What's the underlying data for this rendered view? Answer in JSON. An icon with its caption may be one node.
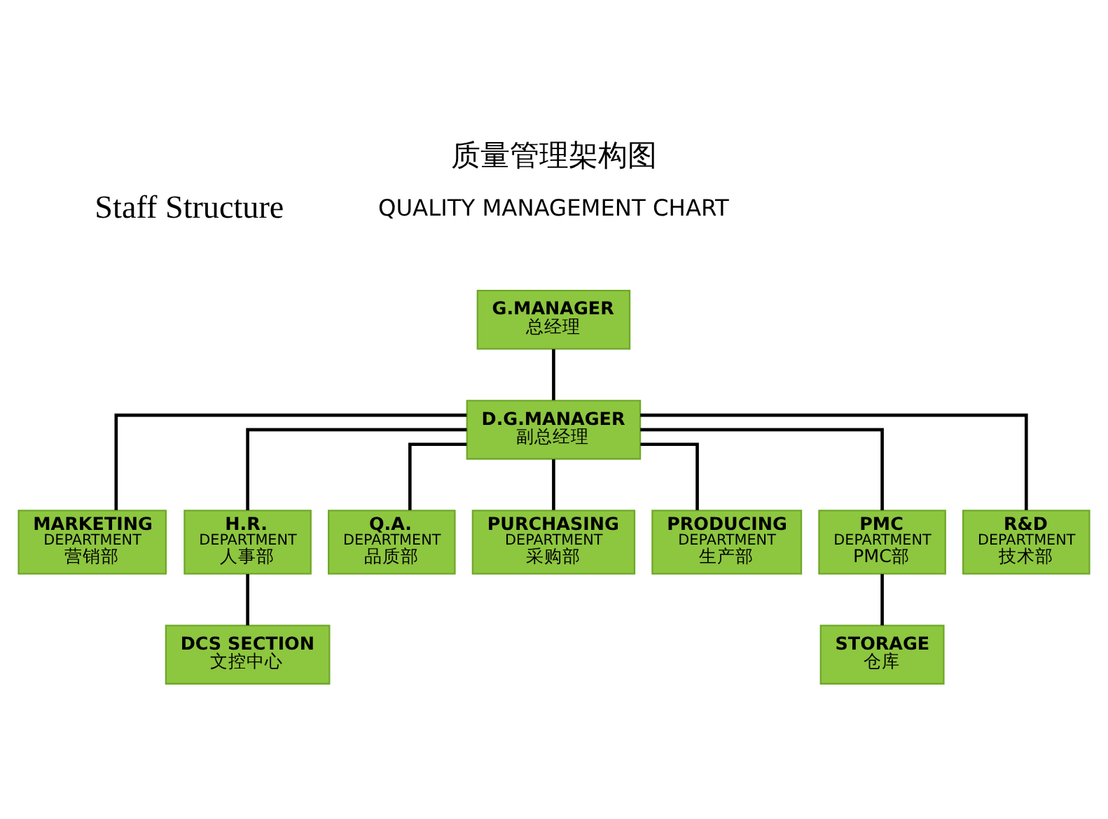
{
  "diagram": {
    "title": "质量管理架构图",
    "nodes": [
      {
        "text": [
          "G.MANAGER",
          "总经理"
        ]
      },
      {
        "text": [
          "D.G.MANAGER",
          "副总经理"
        ]
      },
      {
        "text": [
          "MARKETING",
          "DEPARTMENT",
          "营销部"
        ]
      },
      {
        "text": [
          "H.R.",
          "DEPARTMENT",
          "人事部"
        ]
      },
      {
        "text": [
          "Q.A.",
          "DEPARTMENT",
          "品质部"
        ]
      },
      {
        "text": [
          "PURCHASING",
          "DEPARTMENT",
          "采购部"
        ]
      },
      {
        "text": [
          "PRODUCING",
          "DEPARTMENT",
          "生产部"
        ]
      },
      {
        "text": [
          "PMC",
          "DEPARTMENT",
          "PMC部"
        ]
      },
      {
        "text": [
          "R&D",
          "DEPARTMENT",
          "技术部"
        ]
      },
      {
        "text": [
          "DCS SECTION",
          "文控中心"
        ]
      },
      {
        "text": [
          "STORAGE",
          "仓库"
        ]
      }
    ],
    "edges": [
      {
        "from": 0,
        "to": 1,
        "arrow": "none"
      },
      {
        "from": 1,
        "to": 2,
        "arrow": "none"
      },
      {
        "from": 1,
        "to": 3,
        "arrow": "none"
      },
      {
        "from": 1,
        "to": 4,
        "arrow": "none"
      },
      {
        "from": 1,
        "to": 5,
        "arrow": "none"
      },
      {
        "from": 1,
        "to": 6,
        "arrow": "none"
      },
      {
        "from": 1,
        "to": 7,
        "arrow": "none"
      },
      {
        "from": 1,
        "to": 8,
        "arrow": "none"
      },
      {
        "from": 3,
        "to": 9,
        "arrow": "none"
      },
      {
        "from": 7,
        "to": 10,
        "arrow": "none"
      }
    ],
    "labels": [
      "QUALITY MANAGEMENT CHART",
      "Staff Structure"
    ]
  }
}
